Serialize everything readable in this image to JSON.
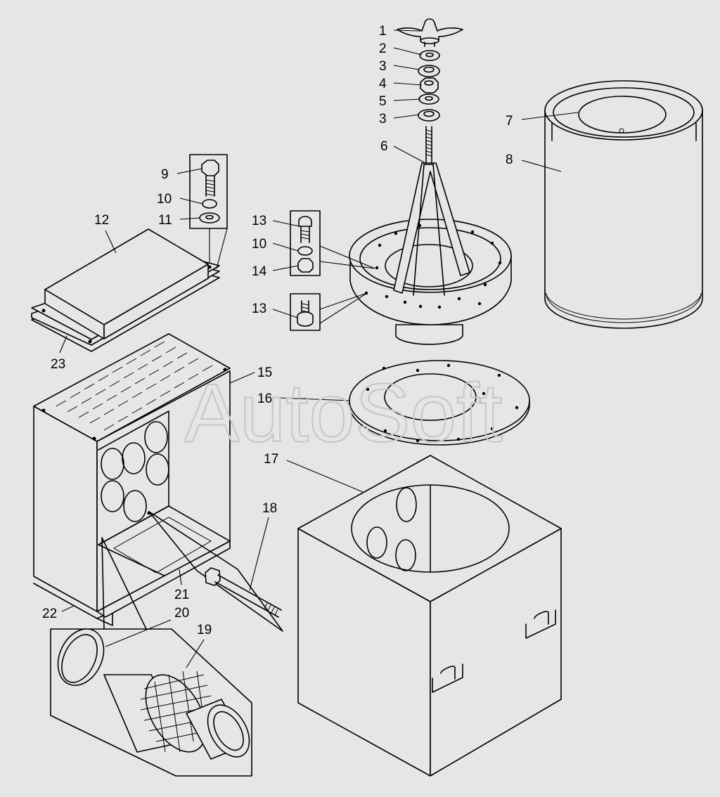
{
  "watermark": "AutoSoft",
  "callouts": [
    {
      "id": "c1",
      "text": "1"
    },
    {
      "id": "c2",
      "text": "2"
    },
    {
      "id": "c3a",
      "text": "3"
    },
    {
      "id": "c4",
      "text": "4"
    },
    {
      "id": "c5",
      "text": "5"
    },
    {
      "id": "c3b",
      "text": "3"
    },
    {
      "id": "c6",
      "text": "6"
    },
    {
      "id": "c7",
      "text": "7"
    },
    {
      "id": "c8",
      "text": "8"
    },
    {
      "id": "c9",
      "text": "9"
    },
    {
      "id": "c10a",
      "text": "10"
    },
    {
      "id": "c11",
      "text": "11"
    },
    {
      "id": "c12",
      "text": "12"
    },
    {
      "id": "c13a",
      "text": "13"
    },
    {
      "id": "c10b",
      "text": "10"
    },
    {
      "id": "c14",
      "text": "14"
    },
    {
      "id": "c13b",
      "text": "13"
    },
    {
      "id": "c15",
      "text": "15"
    },
    {
      "id": "c16",
      "text": "16"
    },
    {
      "id": "c17",
      "text": "17"
    },
    {
      "id": "c18",
      "text": "18"
    },
    {
      "id": "c19",
      "text": "19"
    },
    {
      "id": "c20",
      "text": "20"
    },
    {
      "id": "c21",
      "text": "21"
    },
    {
      "id": "c22",
      "text": "22"
    },
    {
      "id": "c23",
      "text": "23"
    }
  ]
}
